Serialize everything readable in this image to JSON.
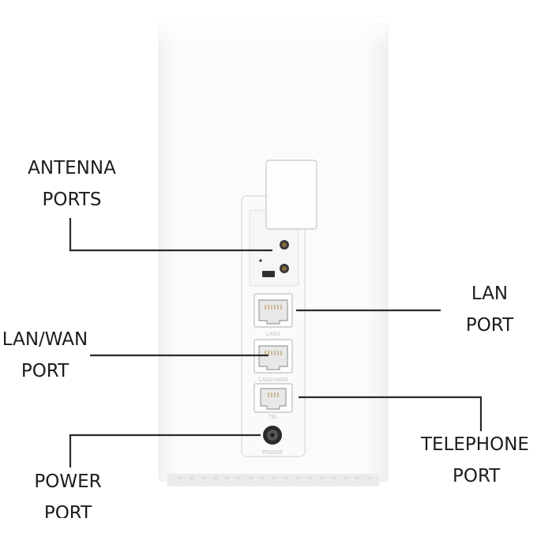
{
  "colors": {
    "background": "#ffffff",
    "router_body": "#f7f7f7",
    "panel": "#fafafa",
    "text": "#1c1c1c",
    "leader_line": "#2a2a2a"
  },
  "labels": {
    "antenna": {
      "line1": "ANTENNA",
      "line2": "PORTS"
    },
    "lan": {
      "line1": "LAN",
      "line2": "PORT"
    },
    "lan_wan": {
      "line1": "LAN/WAN",
      "line2": "PORT"
    },
    "telephone": {
      "line1": "TELEPHONE",
      "line2": "PORT"
    },
    "power": {
      "line1": "POWER",
      "line2": "PORT"
    }
  },
  "port_markings": {
    "lan": "LAN1",
    "lan_wan": "LAN2/WAN",
    "tel": "TEL",
    "power": "POWER"
  }
}
